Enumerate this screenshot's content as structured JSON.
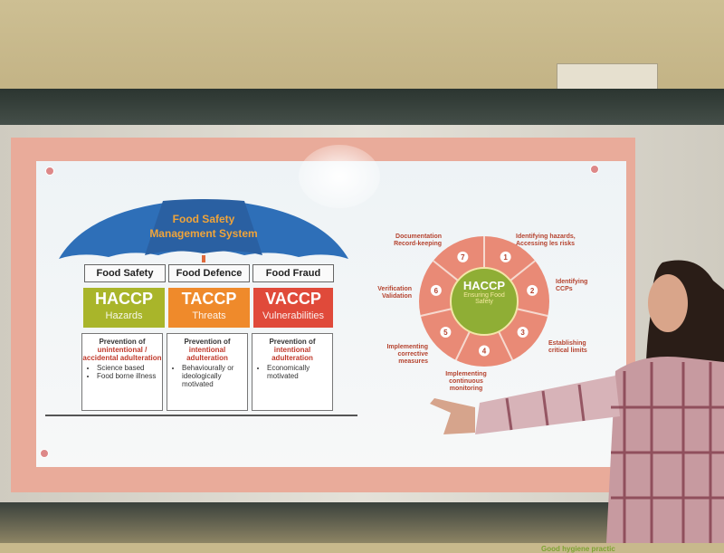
{
  "umbrella": {
    "title_line1": "Food Safety",
    "title_line2": "Management System"
  },
  "columns": [
    {
      "header": "Food Safety",
      "code": "HACCP",
      "subtitle": "Hazards",
      "color": "#a9b52a",
      "desc_prefix": "Prevention of",
      "desc_highlight": "unintentional / accidental adulteration",
      "bullets": [
        "Science based",
        "Food borne illness"
      ]
    },
    {
      "header": "Food Defence",
      "code": "TACCP",
      "subtitle": "Threats",
      "color": "#ef8a2b",
      "desc_prefix": "Prevention of",
      "desc_highlight": "intentional adulteration",
      "bullets": [
        "Behaviourally or ideologically motivated"
      ]
    },
    {
      "header": "Food Fraud",
      "code": "VACCP",
      "subtitle": "Vulnerabilities",
      "color": "#e04a3a",
      "desc_prefix": "Prevention of",
      "desc_highlight": "intentional adulteration",
      "bullets": [
        "Economically motivated"
      ]
    }
  ],
  "haccp_wheel": {
    "center_title": "HACCP",
    "center_subtitle": "Ensuring Food Safety",
    "steps": [
      {
        "num": "1",
        "label": "Identifying hazards, Accessing les risks"
      },
      {
        "num": "2",
        "label": "Identifying CCPs"
      },
      {
        "num": "3",
        "label": "Establishing critical limits"
      },
      {
        "num": "4",
        "label": "Implementing continuous monitoring"
      },
      {
        "num": "5",
        "label": "Implementing corrective measures"
      },
      {
        "num": "6",
        "label": "Verification Validation"
      },
      {
        "num": "7",
        "label": "Documentation Record-keeping"
      }
    ],
    "footer": "Good hygiene practic"
  },
  "colors": {
    "ring": "#e98a76",
    "center": "#8fae35",
    "frame": "#e9ab9a"
  }
}
